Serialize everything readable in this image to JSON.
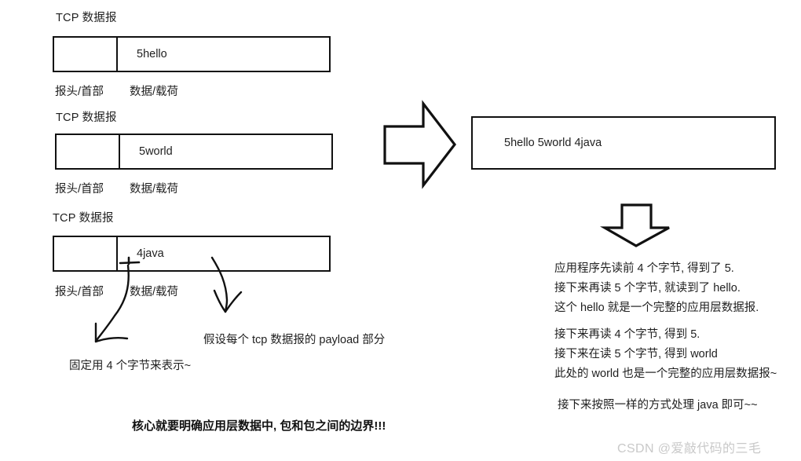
{
  "packets": [
    {
      "title": "TCP 数据报",
      "payload": "5hello",
      "header_label": "报头/首部",
      "payload_label": "数据/载荷"
    },
    {
      "title": "TCP 数据报",
      "payload": "5world",
      "header_label": "报头/首部",
      "payload_label": "数据/载荷"
    },
    {
      "title": "TCP 数据报",
      "payload": "4java",
      "header_label": "报头/首部",
      "payload_label": "数据/载荷"
    }
  ],
  "buffer": {
    "content": "5hello  5world  4java"
  },
  "hand_annotations": {
    "length_prefix_note": "固定用 4 个字节来表示~",
    "payload_note": "假设每个 tcp 数据报的 payload 部分"
  },
  "explanation": {
    "group_one": [
      "应用程序先读前 4 个字节, 得到了 5.",
      "接下来再读 5 个字节, 就读到了 hello.",
      "这个 hello 就是一个完整的应用层数据报."
    ],
    "group_two": [
      "接下来再读 4 个字节, 得到 5.",
      "接下来在读 5 个字节, 得到 world",
      "此处的 world 也是一个完整的应用层数据报~"
    ],
    "group_three": [
      "接下来按照一样的方式处理 java 即可~~"
    ]
  },
  "caption": "核心就要明确应用层数据中, 包和包之间的边界!!!",
  "watermark": "CSDN @爱敲代码的三毛",
  "colors": {
    "stroke": "#111111",
    "text": "#1f1f1f",
    "watermark": "#c9c9c9",
    "background": "#ffffff"
  }
}
